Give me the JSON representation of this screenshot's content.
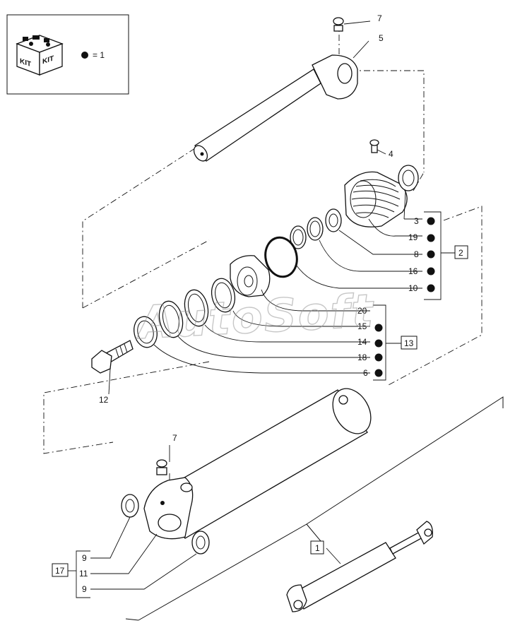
{
  "legend": {
    "kit_icon": "kit-box-icon",
    "kit_label_left": "KIT",
    "kit_label_right": "KIT",
    "equation": "= 1"
  },
  "watermark": "AutoSoft",
  "callouts": {
    "c7_top": "7",
    "c5": "5",
    "c4": "4",
    "c3": "3",
    "c19": "19",
    "c8": "8",
    "c16": "16",
    "c10": "10",
    "c20": "20",
    "c15": "15",
    "c14": "14",
    "c18": "18",
    "c6": "6",
    "c12": "12",
    "c7_bottom": "7",
    "c9_top": "9",
    "c11": "11",
    "c9_bottom": "9"
  },
  "boxes": {
    "b2": "2",
    "b13": "13",
    "b17": "17",
    "b1": "1"
  }
}
